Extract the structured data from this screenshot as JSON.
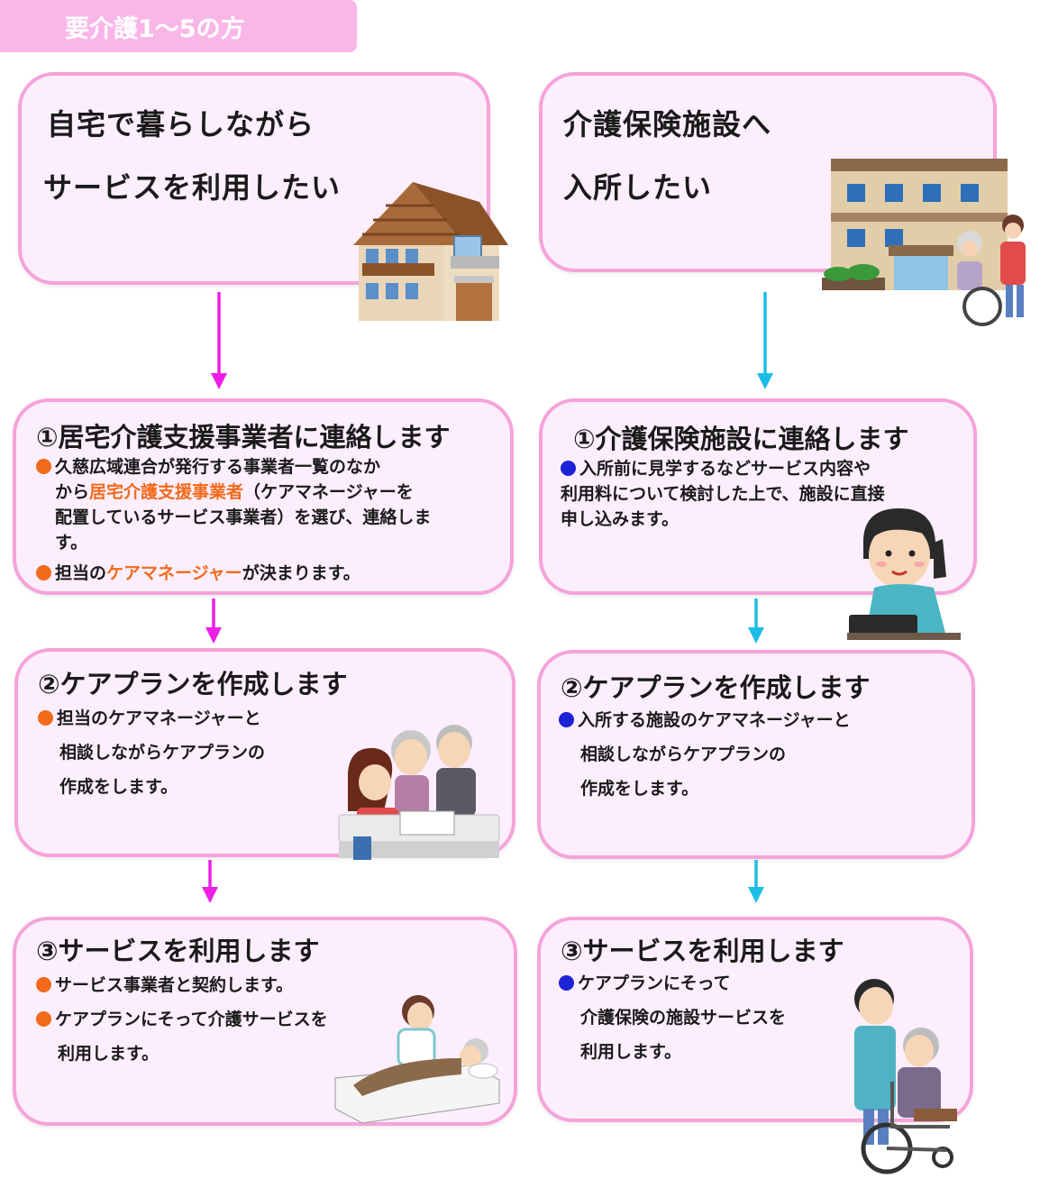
{
  "header": {
    "label": "要介護1～5の方"
  },
  "colors": {
    "pink_arrow": "#ee1ee6",
    "cyan_arrow": "#1bbde6",
    "box_border": "#f5a3da",
    "box_fill": "#fceefc",
    "highlight": "#f26a1b",
    "blue_dot": "#1c22d6"
  },
  "home": {
    "line1": "自宅で暮らしながら",
    "line2": "サービスを利用したい",
    "step1": {
      "title": "①居宅介護支援事業者に連絡します",
      "b1_l1": "久慈広域連合が発行する事業者一覧のなか",
      "b1_l2_pre": "から",
      "b1_l2_hl": "居宅介護支援事業者",
      "b1_l2_post": "（ケアマネージャーを",
      "b1_l3": "配置しているサービス事業者）を選び、連絡しま",
      "b1_l4": "す。",
      "b2_pre": "担当の",
      "b2_hl": "ケアマネージャー",
      "b2_post": "が決まります。"
    },
    "step2": {
      "title": "②ケアプランを作成します",
      "l1": "担当のケアマネージャーと",
      "l2": "相談しながらケアプランの",
      "l3": "作成をします。"
    },
    "step3": {
      "title": "③サービスを利用します",
      "b1": "サービス事業者と契約します。",
      "b2_l1": "ケアプランにそって介護サービスを",
      "b2_l2": "利用します。"
    }
  },
  "facility": {
    "line1": "介護保険施設へ",
    "line2": "入所したい",
    "step1": {
      "title": "①介護保険施設に連絡します",
      "l1": "入所前に見学するなどサービス内容や",
      "l2": "利用料について検討した上で、施設に直接",
      "l3": "申し込みます。"
    },
    "step2": {
      "title": "②ケアプランを作成します",
      "l1": "入所する施設のケアマネージャーと",
      "l2": "相談しながらケアプランの",
      "l3": "作成をします。"
    },
    "step3": {
      "title": "③サービスを利用します",
      "l1": "ケアプランにそって",
      "l2": "介護保険の施設サービスを",
      "l3": "利用します。"
    }
  }
}
